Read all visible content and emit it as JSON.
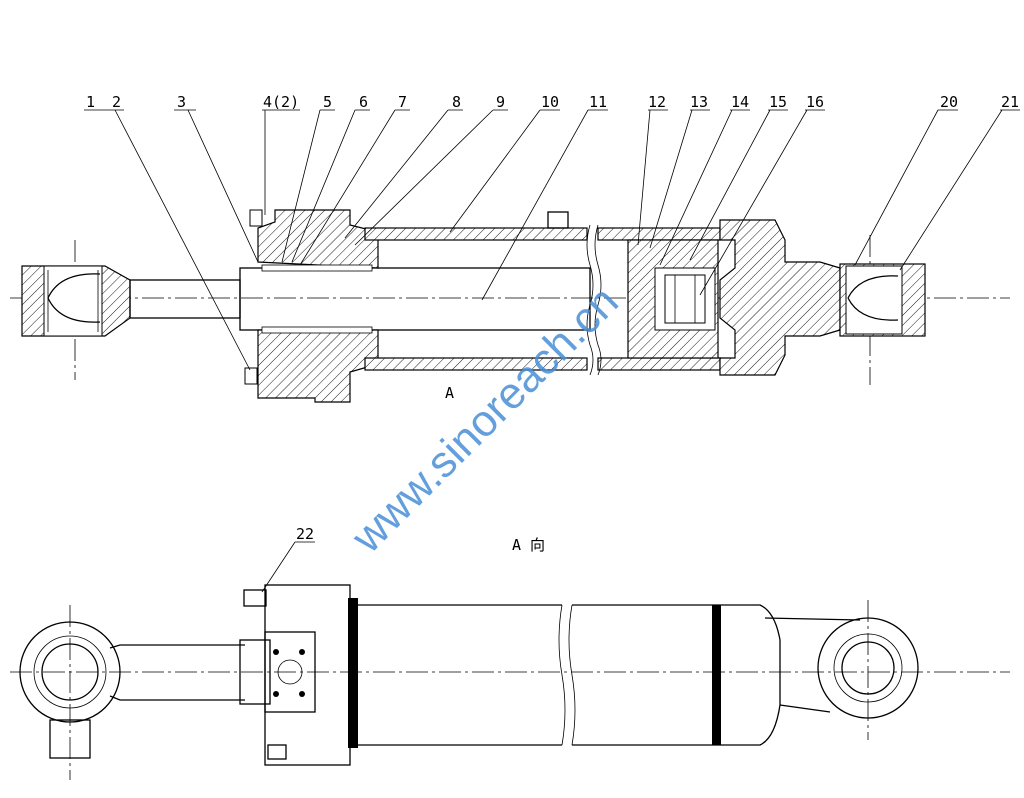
{
  "drawing": {
    "part_labels": [
      "1",
      "2",
      "3",
      "4(2)",
      "5",
      "6",
      "7",
      "8",
      "9",
      "10",
      "11",
      "12",
      "13",
      "14",
      "15",
      "16",
      "20",
      "21",
      "22"
    ],
    "view_marker": "A",
    "view_title": "A 向",
    "watermark": "www.sinoreach.cn"
  }
}
